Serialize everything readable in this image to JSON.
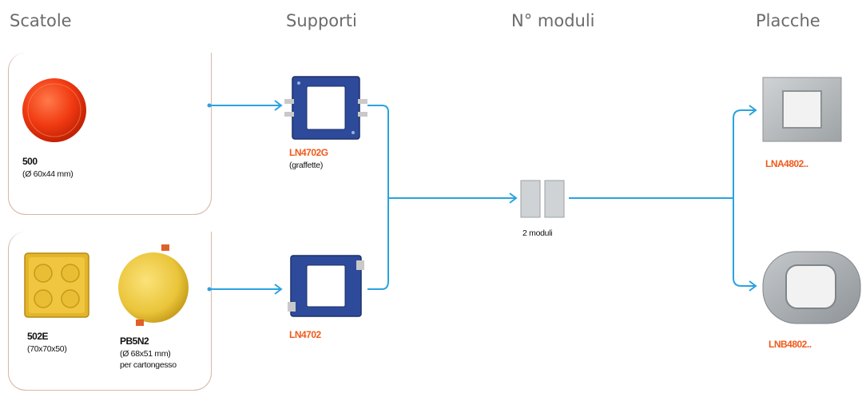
{
  "headers": {
    "scatole": "Scatole",
    "supporti": "Supporti",
    "moduli": "N° moduli",
    "placche": "Placche"
  },
  "scatole": {
    "round": {
      "code": "500",
      "dims": "(Ø 60x44 mm)"
    },
    "square": {
      "code": "502E",
      "dims": "(70x70x50)"
    },
    "plasterboard": {
      "code": "PB5N2",
      "dims": "(Ø 68x51 mm)",
      "note": "per cartongesso"
    }
  },
  "supporti": {
    "top": {
      "code": "LN4702G",
      "note": "(graffette)"
    },
    "bottom": {
      "code": "LN4702"
    }
  },
  "moduli": {
    "label": "2 moduli"
  },
  "placche": {
    "square": {
      "code": "LNA4802.."
    },
    "round": {
      "code": "LNB4802.."
    }
  },
  "colors": {
    "connector": "#29a3e0",
    "code_accent": "#f05a1a",
    "frame": "#d6b7a5"
  }
}
